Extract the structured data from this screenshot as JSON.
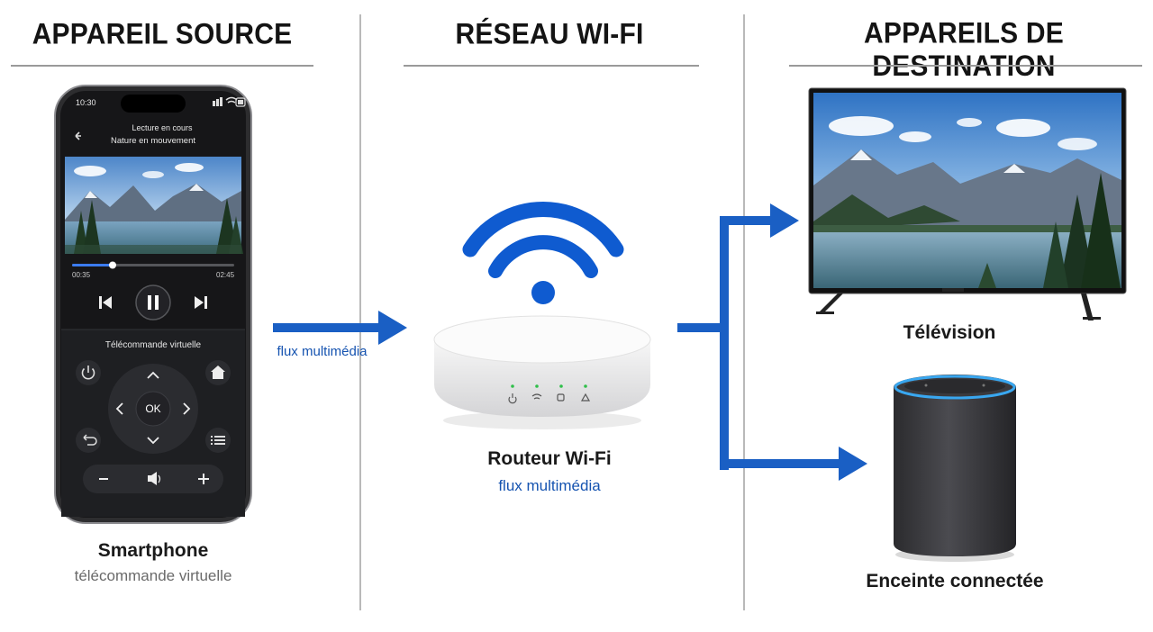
{
  "columns": {
    "source": "APPAREIL SOURCE",
    "network": "RÉSEAU WI-FI",
    "destination": "APPAREILS DE DESTINATION"
  },
  "phone": {
    "time": "10:30",
    "now_playing": "Lecture en cours",
    "media_title": "Nature en mouvement",
    "elapsed": "00:35",
    "duration": "02:45",
    "progress": 0.25,
    "remote_title": "Télécommande virtuelle",
    "ok_label": "OK"
  },
  "labels": {
    "smartphone": "Smartphone",
    "smartphone_sub": "télécommande virtuelle",
    "stream_left": "flux multimédia",
    "router": "Routeur Wi-Fi",
    "router_sub": "flux multimédia",
    "tv": "Télévision",
    "speaker": "Enceinte connectée"
  },
  "colors": {
    "accent": "#1a5fc4",
    "wifi": "#0f5bd0"
  }
}
